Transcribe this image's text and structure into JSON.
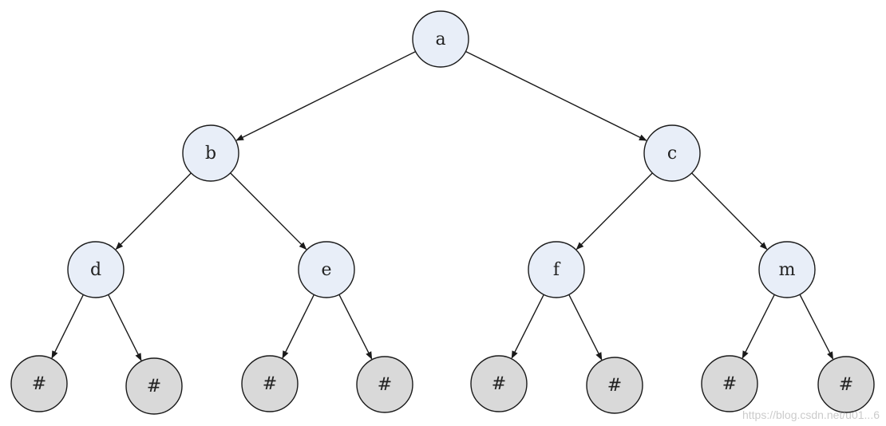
{
  "colors": {
    "internal_node_fill": "#e8eef8",
    "null_node_fill": "#d9d9d9",
    "stroke": "#1a1a1a"
  },
  "nodes": [
    {
      "id": "a",
      "label": "a",
      "kind": "internal"
    },
    {
      "id": "b",
      "label": "b",
      "kind": "internal"
    },
    {
      "id": "c",
      "label": "c",
      "kind": "internal"
    },
    {
      "id": "d",
      "label": "d",
      "kind": "internal"
    },
    {
      "id": "e",
      "label": "e",
      "kind": "internal"
    },
    {
      "id": "f",
      "label": "f",
      "kind": "internal"
    },
    {
      "id": "m",
      "label": "m",
      "kind": "internal"
    },
    {
      "id": "n1",
      "label": "#",
      "kind": "null"
    },
    {
      "id": "n2",
      "label": "#",
      "kind": "null"
    },
    {
      "id": "n3",
      "label": "#",
      "kind": "null"
    },
    {
      "id": "n4",
      "label": "#",
      "kind": "null"
    },
    {
      "id": "n5",
      "label": "#",
      "kind": "null"
    },
    {
      "id": "n6",
      "label": "#",
      "kind": "null"
    },
    {
      "id": "n7",
      "label": "#",
      "kind": "null"
    },
    {
      "id": "n8",
      "label": "#",
      "kind": "null"
    }
  ],
  "edges": [
    {
      "from": "a",
      "to": "b"
    },
    {
      "from": "a",
      "to": "c"
    },
    {
      "from": "b",
      "to": "d"
    },
    {
      "from": "b",
      "to": "e"
    },
    {
      "from": "c",
      "to": "f"
    },
    {
      "from": "c",
      "to": "m"
    },
    {
      "from": "d",
      "to": "n1"
    },
    {
      "from": "d",
      "to": "n2"
    },
    {
      "from": "e",
      "to": "n3"
    },
    {
      "from": "e",
      "to": "n4"
    },
    {
      "from": "f",
      "to": "n5"
    },
    {
      "from": "f",
      "to": "n6"
    },
    {
      "from": "m",
      "to": "n7"
    },
    {
      "from": "m",
      "to": "n8"
    }
  ],
  "watermark": "https://blog.csdn.net/u01...6"
}
